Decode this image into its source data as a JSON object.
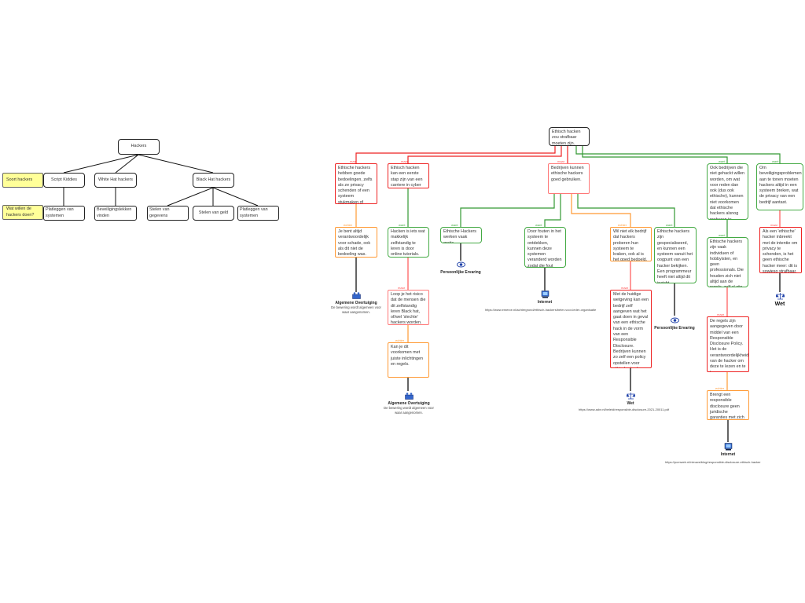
{
  "left_map": {
    "root": "Hackers",
    "types": [
      "Script Kiddies",
      "White Hat hackers",
      "Black Hat hackers"
    ],
    "goals": [
      "Platleggen van systemen",
      "Beveiligingslekken vinden",
      "Stelen van gegevens",
      "Stelen van geld",
      "Platleggen van systemen"
    ],
    "notes": [
      "Soort hackers",
      "Wat willen de hackers doen?"
    ]
  },
  "argument_map": {
    "root": "Ethisch hacken zou strafbaar moeten zijn.",
    "labels": {
      "maar": "maar",
      "want": "want",
      "echter": "echter"
    },
    "nodes": {
      "a": "Ethische hackers hebben goede bedoelingen, zelfs als ze privacy schenden of een systeem stukmaken of veranderen.",
      "b": "Ethisch hacken kan een eerste stap zijn van een carriere in cyber security",
      "c": "Bedrijven kunnen ethische hackers goed gebruiken.",
      "d": "Ook bedrijven die niet gehackt willen worden, om wat voor reden dan ook (dus ook ethische), kunnen niet voorkomen dat ethische hackers alsnog proberen te hacken.",
      "e": "Om beveiligingsproblemen aan te tonen moeten hackers altijd in een systeem breken, wat de privacy van een bedrijf aantast.",
      "a1": "Je bent altijd verantwoordelijk voor schade, ook als dit niet de bedoeling was.",
      "b1": "Hacken is iets wat makkelijk zelfstandig te leren is door online tutorials.",
      "c1": "Ethische Hackers werken vaak gratis.",
      "c2": "Door fouten in het systeem te ontdekken, kunnen deze systemen veranderd worden zodat die fout weggewerkt wordt.",
      "c3": "Wil niet elk bedrijf dat hackers proberen hun systeem te kraken, ook al is het goed bedoeld.",
      "c4": "Ethische hackers zijn gespecialiseerd, en kunnen een systeem vanuit het oogpunt van een hacker bekijken. Een programmeur heeft niet altijd dit inzicht.",
      "d1": "Ethische hackers zijn vaak individuen of hobbyisten, en geen professionals. Die houden zich niet altijd aan de regels, zelf al zijn de bedoelingen van deze hackers goed.",
      "e1": "Als een 'ethische' hacker inbreekt met de intentie om privacy te schenden, is het geen ethische hacker meer: dit is sowieso strafbaar.",
      "b2": "Loop je het risico dat de mensen die dit zelfstandig leren Black hat, of/wel 'slechte' hackers worden.",
      "c3a": "Met de huidige wetgeving kan een bedrijf zelf aangeven wat het gaat doen in geval van een ethische hack in de vorm van een Responsible Disclosure. Bedrijven kunnen zo zelf een policy opstellen voor ethische hackers.",
      "d2": "De regels zijn aangegeven door middel van een Responsible Disclosure Policy. Het is de verantwoordelijkheid van de hacker om deze te lezen en te kennen.",
      "b3": "Kan je dit voorkomen met juiste inlichtingen en regels.",
      "d3": "Brengt een responsible disclosure geen juridische garanties met zich mee."
    },
    "sources": {
      "s1": {
        "title": "Algemene Overtuiging",
        "desc": "De bewering wordt algemeen voor waar aangenomen."
      },
      "s2": {
        "title": "Persoonlijke Ervaring"
      },
      "s3": {
        "title": "Internet",
        "url": "https://www.emerce.nl/achtergrond/ethisch-hackers/beter-voor-ieder-organisatie"
      },
      "s4": {
        "title": "Persoonlijke Ervaring"
      },
      "s5": {
        "title": "Wet",
        "url": "https://www.advr.nl/beleid/responsible-disclosure-2021-20011.pdf"
      },
      "s6": {
        "title": "Algemene Overtuiging",
        "desc": "De bewering wordt algemeen voor waar aangenomen."
      },
      "s7": {
        "title": "Internet",
        "url": "https://pcmweb.nl/nieuws/blog/responsible-disclosure-ethisch-hacker"
      },
      "s8": {
        "title": "Wet"
      }
    }
  },
  "colors": {
    "maar": "#e22",
    "want": "#44aa44",
    "echter": "#ff9933",
    "note": "#ffff99"
  }
}
